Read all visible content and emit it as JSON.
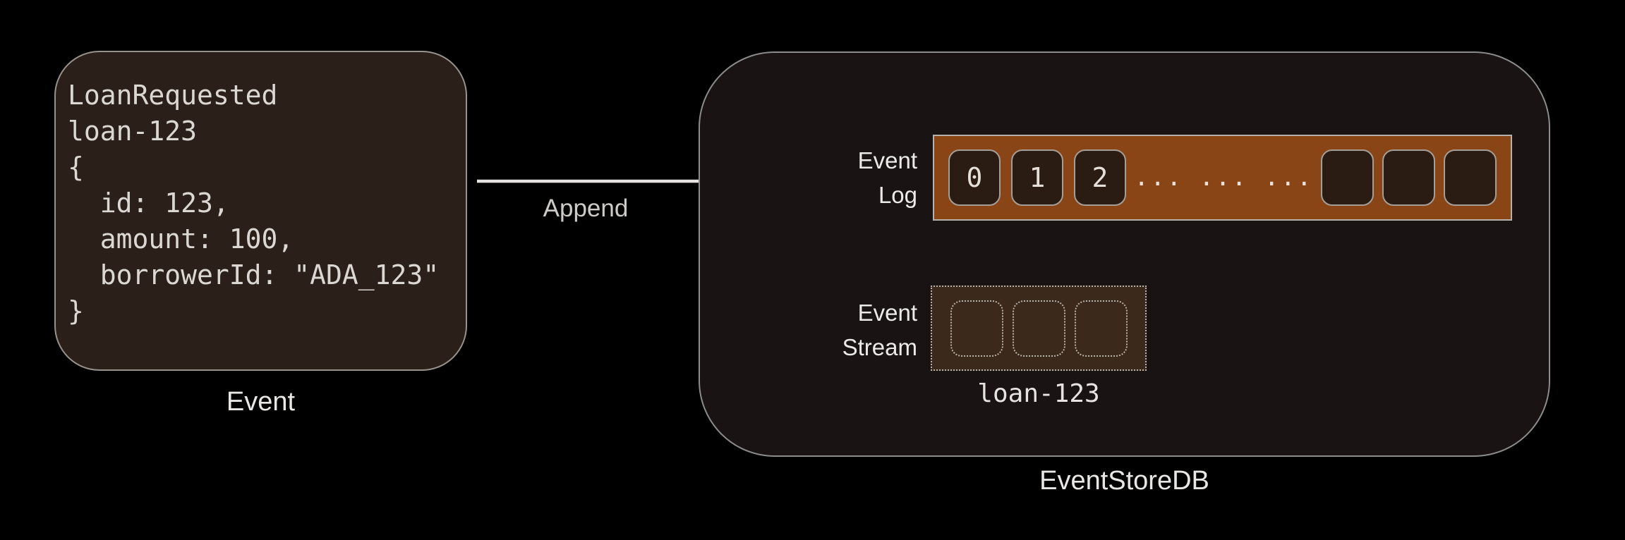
{
  "event_card": {
    "caption": "Event",
    "code_lines": [
      "LoanRequested",
      "loan-123",
      "{",
      "  id: 123,",
      "  amount: 100,",
      "  borrowerId: \"ADA_123\"",
      "}"
    ]
  },
  "append": {
    "label": "Append"
  },
  "eventstore": {
    "caption": "EventStoreDB",
    "event_log": {
      "label": [
        "Event",
        "Log"
      ],
      "numbered_cells": [
        "0",
        "1",
        "2"
      ],
      "ellipsis": "... ... ...",
      "empty_cells": 3
    },
    "event_stream": {
      "label": [
        "Event",
        "Stream"
      ],
      "placeholder_cells": 3,
      "stream_name": "loan-123"
    }
  },
  "colors": {
    "background": "#000000",
    "card_bg": "#2b2019",
    "card_border": "#97928c",
    "container_bg": "#191413",
    "container_border": "#8c8c8c",
    "log_bar_bg": "#8a4517",
    "log_bar_border": "#b6b1ab",
    "cell_bg": "#2a1c13",
    "cell_border": "#a49e97",
    "stream_bg": "#3b291c",
    "stream_border": "#b8b2ab",
    "arrow": "#e5e3e1",
    "text_primary": "#e9e7e5",
    "code_text": "#dbd7d2"
  }
}
